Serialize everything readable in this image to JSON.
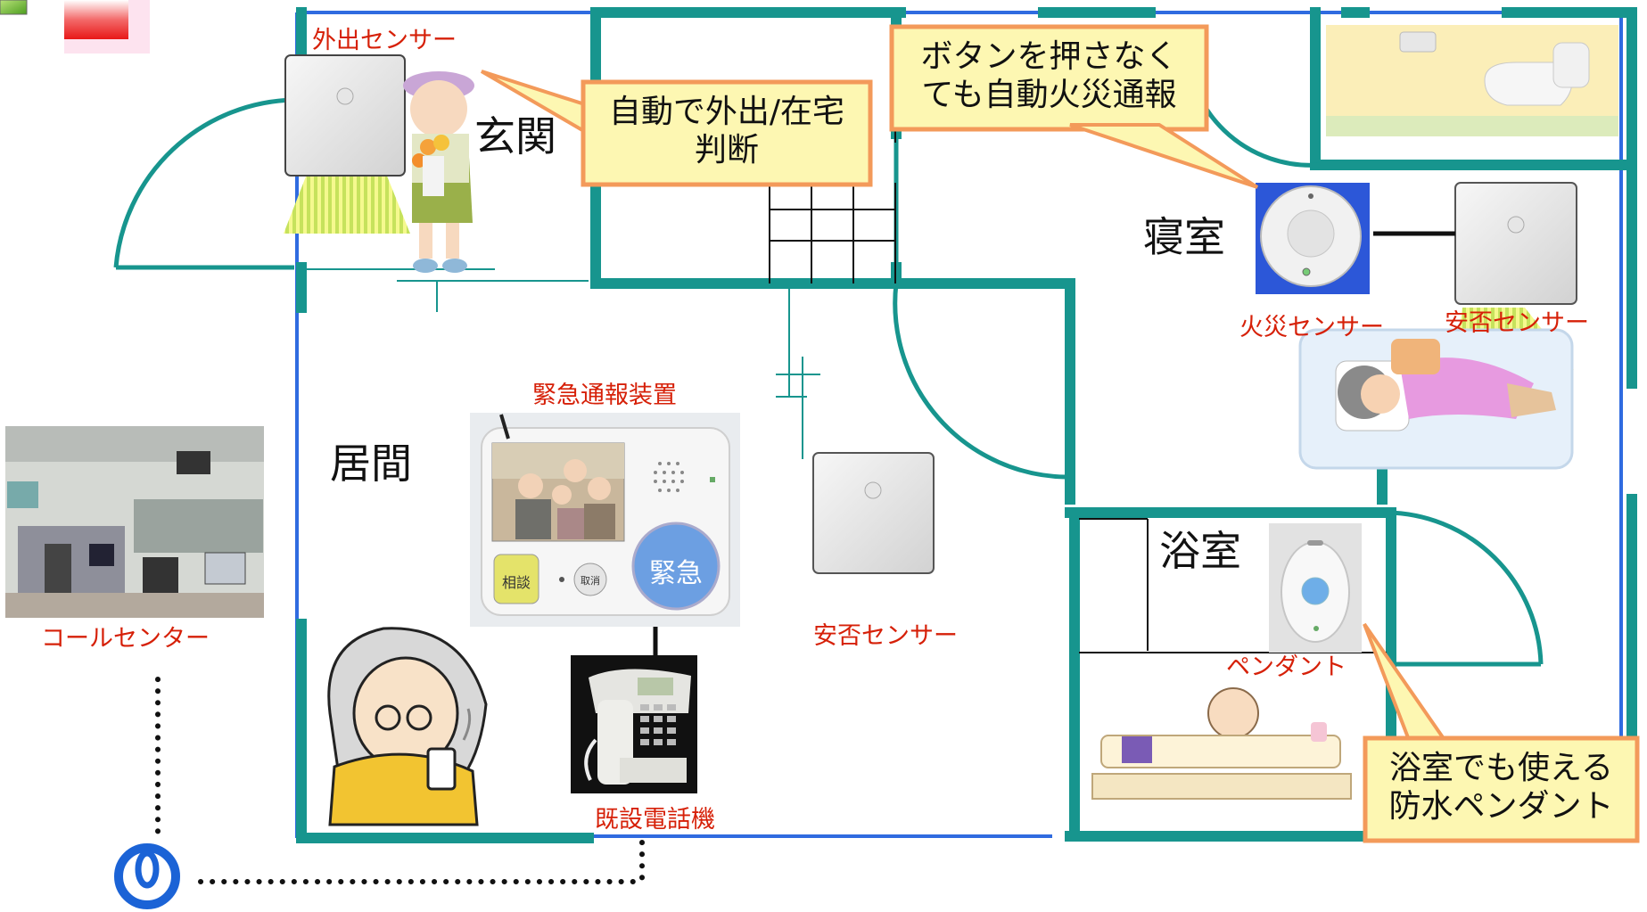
{
  "labels": {
    "outing_sensor": "外出センサー",
    "emergency_device": "緊急通報装置",
    "existing_phone": "既設電話機",
    "safety_sensor_living": "安否センサー",
    "fire_sensor": "火災センサー",
    "safety_sensor_bedroom": "安否センサー",
    "pendant": "ペンダント",
    "call_center": "コールセンター"
  },
  "rooms": {
    "entrance": "玄関",
    "living": "居間",
    "bedroom": "寝室",
    "bathroom": "浴室"
  },
  "callouts": {
    "outing": [
      "自動で外出/在宅",
      "判断"
    ],
    "fire": [
      "ボタンを押さなく",
      "ても自動火災通報"
    ],
    "pendant": [
      "浴室でも使える",
      "防水ペンダント"
    ]
  },
  "device": {
    "consult_button": "相談",
    "cancel_button": "取消",
    "emergency_button": "緊急"
  },
  "colors": {
    "wall": "#17958e",
    "window": "#2f6be0",
    "label_red": "#d62008",
    "callout_fill": "#fdf7b2",
    "callout_border": "#f39a5a",
    "network_logo": "#1b63d6"
  }
}
